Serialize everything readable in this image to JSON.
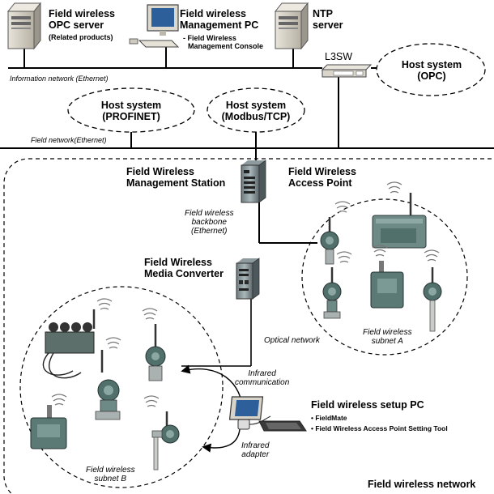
{
  "servers": {
    "opc_title_1": "Field wireless",
    "opc_title_2": "OPC server",
    "opc_sub": "(Related products)",
    "mgmt_title_1": "Field wireless",
    "mgmt_title_2": "Management PC",
    "mgmt_sub_1": "- Field Wireless",
    "mgmt_sub_2": "Management Console",
    "ntp_title_1": "NTP",
    "ntp_title_2": "server",
    "l3sw": "L3SW"
  },
  "networks": {
    "information": "Information network (Ethernet)",
    "field": "Field network(Ethernet)",
    "field_wireless": "Field wireless network"
  },
  "hosts": {
    "opc_1": "Host system",
    "opc_2": "(OPC)",
    "profinet_1": "Host system",
    "profinet_2": "(PROFINET)",
    "modbus_1": "Host system",
    "modbus_2": "(Modbus/TCP)"
  },
  "devices": {
    "station_1": "Field Wireless",
    "station_2": "Management Station",
    "ap_1": "Field Wireless",
    "ap_2": "Access Point",
    "backbone_1": "Field wireless",
    "backbone_2": "backbone",
    "backbone_3": "(Ethernet)",
    "converter_1": "Field Wireless",
    "converter_2": "Media Converter",
    "optical": "Optical network",
    "subnet_a_1": "Field wireless",
    "subnet_a_2": "subnet A",
    "subnet_b_1": "Field wireless",
    "subnet_b_2": "subnet B",
    "infrared_comm_1": "Infrared",
    "infrared_comm_2": "communication",
    "infrared_adapter_1": "Infrared",
    "infrared_adapter_2": "adapter"
  },
  "setup_pc": {
    "title": "Field wireless setup PC",
    "item_1": "• FieldMate",
    "item_2": "• Field Wireless Access Point Setting Tool"
  }
}
